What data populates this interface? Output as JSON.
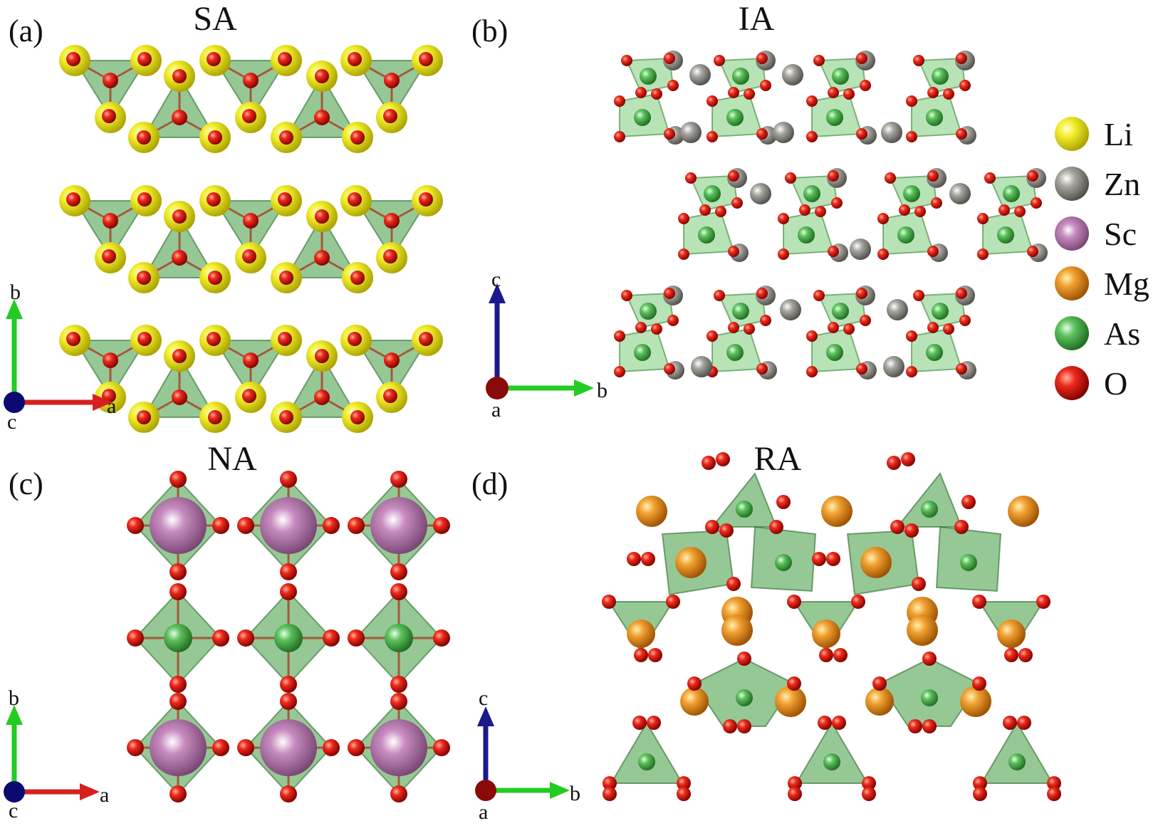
{
  "panels": [
    {
      "id": "a",
      "label": "(a)",
      "title": "SA",
      "axes": {
        "up": "b",
        "right": "a",
        "origin": "c"
      }
    },
    {
      "id": "b",
      "label": "(b)",
      "title": "IA",
      "axes": {
        "up": "c",
        "right": "b",
        "origin": "a"
      }
    },
    {
      "id": "c",
      "label": "(c)",
      "title": "NA",
      "axes": {
        "up": "b",
        "right": "a",
        "origin": "c"
      }
    },
    {
      "id": "d",
      "label": "(d)",
      "title": "RA",
      "axes": {
        "up": "c",
        "right": "b",
        "origin": "a"
      }
    }
  ],
  "legend": [
    {
      "name": "Li",
      "color": "#e6e21a"
    },
    {
      "name": "Zn",
      "color": "#8c8a84"
    },
    {
      "name": "Sc",
      "color": "#a0649a"
    },
    {
      "name": "Mg",
      "color": "#e08a1e"
    },
    {
      "name": "As",
      "color": "#44a844"
    },
    {
      "name": "O",
      "color": "#d81c1c"
    }
  ],
  "axis_colors": {
    "a": "#d62020",
    "b": "#22cc22",
    "c": "#1a1a8c"
  },
  "origin_colors": {
    "c": "#0a0a70",
    "a": "#8a0a0a"
  }
}
